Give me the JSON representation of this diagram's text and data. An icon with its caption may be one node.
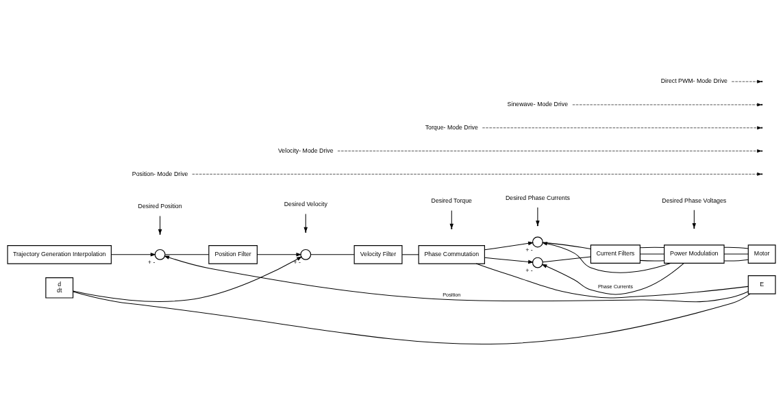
{
  "diagram": {
    "nodes": [
      {
        "text": [
          "Trajectory Generation Interpolation"
        ]
      },
      {
        "text": [],
        "shape": "circle",
        "beside": [
          "+",
          "-"
        ]
      },
      {
        "text": [
          "Position Filter"
        ]
      },
      {
        "text": [],
        "shape": "circle",
        "beside": [
          "+",
          "-"
        ]
      },
      {
        "text": [
          "Velocity Filter"
        ]
      },
      {
        "text": [
          "d",
          "dt"
        ]
      },
      {
        "text": [
          "Phase Commutation"
        ]
      },
      {
        "text": [],
        "shape": "circle",
        "beside": [
          "+",
          "-"
        ]
      },
      {
        "text": [],
        "shape": "circle",
        "beside": [
          "+",
          "-"
        ]
      },
      {
        "text": [
          "Current Filters"
        ]
      },
      {
        "text": [
          "Power Modulation"
        ]
      },
      {
        "text": [
          "Motor"
        ]
      },
      {
        "text": [
          "E"
        ]
      },
      {
        "text": [
          "Desired Position"
        ]
      },
      {
        "text": [
          "Desired Velocity"
        ]
      },
      {
        "text": [
          "Desired Torque"
        ]
      },
      {
        "text": [
          "Desired Phase Currents"
        ]
      },
      {
        "text": [
          "Desired Phase Voltages"
        ]
      },
      {
        "text": [
          "Position- Mode Drive"
        ]
      },
      {
        "text": [
          "Velocity- Mode Drive"
        ]
      },
      {
        "text": [
          "Torque- Mode Drive"
        ]
      },
      {
        "text": [
          "Sinewave- Mode Drive"
        ]
      },
      {
        "text": [
          "Direct PWM- Mode Drive"
        ]
      }
    ],
    "edges": [
      {
        "from": 0,
        "to": 1,
        "arrow": "to"
      },
      {
        "from": 1,
        "to": 2,
        "arrow": "none"
      },
      {
        "from": 2,
        "to": 3,
        "arrow": "to"
      },
      {
        "from": 3,
        "to": 4,
        "arrow": "none"
      },
      {
        "from": 4,
        "to": 6,
        "arrow": "none"
      },
      {
        "from": 6,
        "to": 7,
        "arrow": "to"
      },
      {
        "from": 6,
        "to": 8,
        "arrow": "to"
      },
      {
        "from": 7,
        "to": 9,
        "arrow": "none"
      },
      {
        "from": 8,
        "to": 9,
        "arrow": "none"
      },
      {
        "from": 9,
        "to": 10,
        "arrow": "none"
      },
      {
        "from": 9,
        "to": 10,
        "arrow": "none"
      },
      {
        "from": 9,
        "to": 10,
        "arrow": "none"
      },
      {
        "from": 10,
        "to": 11,
        "arrow": "none"
      },
      {
        "from": 10,
        "to": 11,
        "arrow": "none"
      },
      {
        "from": 10,
        "to": 11,
        "arrow": "none"
      },
      {
        "from": 10,
        "to": 7,
        "arrow": "to"
      },
      {
        "from": 10,
        "to": 8,
        "arrow": "to",
        "label": "Phase Currents"
      },
      {
        "from": 12,
        "to": 1,
        "arrow": "to",
        "label": "Position"
      },
      {
        "from": 12,
        "to": 5,
        "arrow": "none"
      },
      {
        "from": 5,
        "to": 3,
        "arrow": "to"
      },
      {
        "from": 12,
        "to": 6,
        "arrow": "none"
      },
      {
        "from": 13,
        "to": null,
        "arrow": "to"
      },
      {
        "from": 14,
        "to": null,
        "arrow": "to"
      },
      {
        "from": 15,
        "to": null,
        "arrow": "to"
      },
      {
        "from": 16,
        "to": null,
        "arrow": "to"
      },
      {
        "from": 17,
        "to": null,
        "arrow": "to"
      },
      {
        "from": 18,
        "to": null,
        "arrow": "to",
        "style": "dashed"
      },
      {
        "from": 19,
        "to": null,
        "arrow": "to",
        "style": "dashed"
      },
      {
        "from": 20,
        "to": null,
        "arrow": "to",
        "style": "dashed"
      },
      {
        "from": 21,
        "to": null,
        "arrow": "to",
        "style": "dashed"
      },
      {
        "from": 22,
        "to": null,
        "arrow": "to",
        "style": "dashed"
      }
    ]
  }
}
